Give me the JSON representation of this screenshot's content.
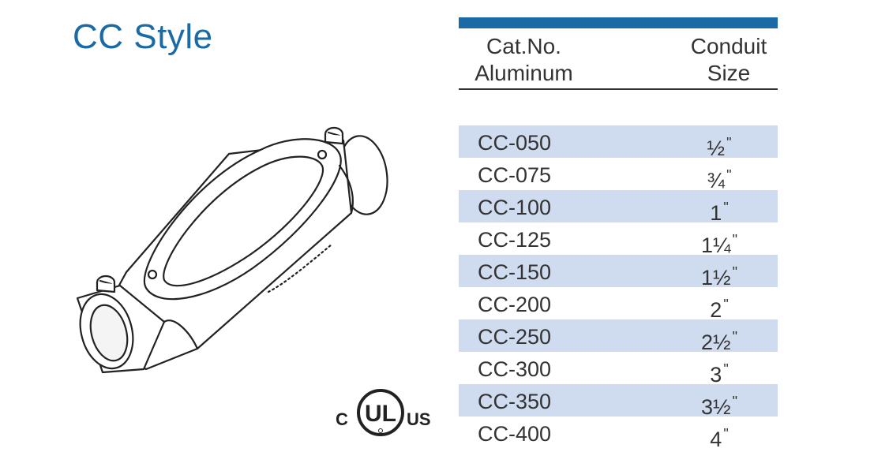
{
  "title": "CC Style",
  "certification": {
    "prefix": "C",
    "mark": "UL",
    "suffix": "US"
  },
  "table": {
    "header": {
      "cat_line1": "Cat.No.",
      "cat_line2": "Aluminum",
      "size_line1": "Conduit",
      "size_line2": "Size"
    },
    "inch_mark": "\"",
    "rows": [
      {
        "cat": "CC-050",
        "size": "½"
      },
      {
        "cat": "CC-075",
        "size": "¾"
      },
      {
        "cat": "CC-100",
        "size": "1"
      },
      {
        "cat": "CC-125",
        "size": "1¼"
      },
      {
        "cat": "CC-150",
        "size": "1½"
      },
      {
        "cat": "CC-200",
        "size": "2"
      },
      {
        "cat": "CC-250",
        "size": "2½"
      },
      {
        "cat": "CC-300",
        "size": "3"
      },
      {
        "cat": "CC-350",
        "size": "3½"
      },
      {
        "cat": "CC-400",
        "size": "4"
      }
    ]
  },
  "colors": {
    "accent": "#1a6aa6",
    "row_shade": "#cfdbef",
    "text": "#333333"
  }
}
